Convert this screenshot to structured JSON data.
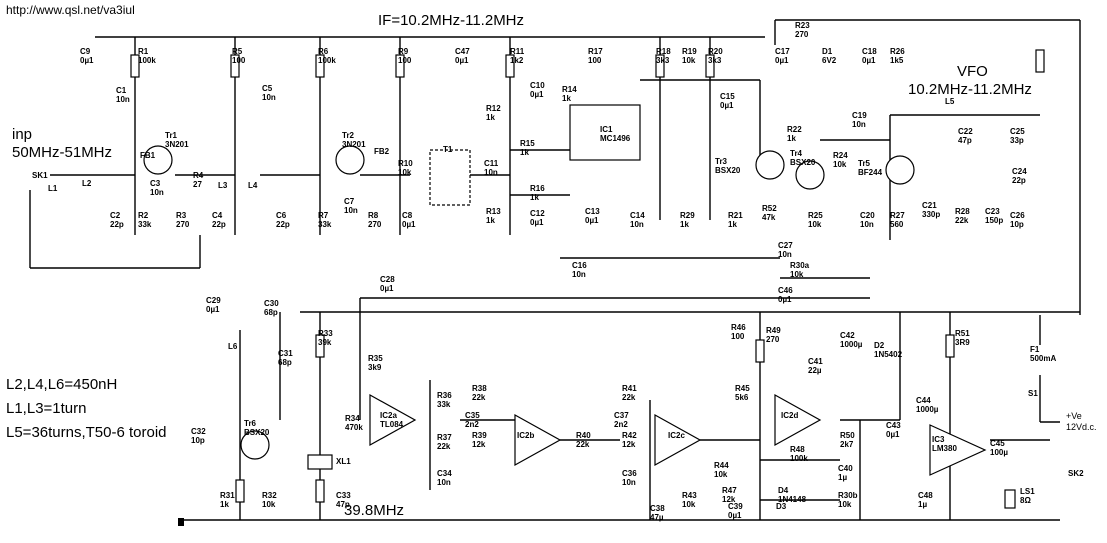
{
  "header": {
    "url": "http://www.qsl.net/va3iul",
    "if_range": "IF=10.2MHz-11.2MHz"
  },
  "labels": {
    "vfo": "VFO",
    "vfo_range": "10.2MHz-11.2MHz",
    "inp": "inp",
    "inp_range": "50MHz-51MHz",
    "xtal_freq": "39.8MHz",
    "note1": "L2,L4,L6=450nH",
    "note2": "L1,L3=1turn",
    "note3": "L5=36turns,T50-6 toroid",
    "supply": "+Ve",
    "supply_v": "12Vd.c."
  },
  "components": [
    {
      "ref": "C9",
      "val": "0µ1"
    },
    {
      "ref": "R1",
      "val": "100k"
    },
    {
      "ref": "C1",
      "val": "10n"
    },
    {
      "ref": "R5",
      "val": "100"
    },
    {
      "ref": "C5",
      "val": "10n"
    },
    {
      "ref": "R6",
      "val": "100k"
    },
    {
      "ref": "R9",
      "val": "100"
    },
    {
      "ref": "C47",
      "val": "0µ1"
    },
    {
      "ref": "R11",
      "val": "1k2"
    },
    {
      "ref": "C10",
      "val": "0µ1"
    },
    {
      "ref": "R14",
      "val": "1k"
    },
    {
      "ref": "R12",
      "val": "1k"
    },
    {
      "ref": "R15",
      "val": "1k"
    },
    {
      "ref": "R16",
      "val": "1k"
    },
    {
      "ref": "R13",
      "val": "1k"
    },
    {
      "ref": "C12",
      "val": "0µ1"
    },
    {
      "ref": "C13",
      "val": "0µ1"
    },
    {
      "ref": "R17",
      "val": "100"
    },
    {
      "ref": "IC1",
      "val": "MC1496"
    },
    {
      "ref": "R18",
      "val": "3k3"
    },
    {
      "ref": "R19",
      "val": "10k"
    },
    {
      "ref": "R20",
      "val": "3k3"
    },
    {
      "ref": "C15",
      "val": "0µ1"
    },
    {
      "ref": "C17",
      "val": "0µ1"
    },
    {
      "ref": "R23",
      "val": "270"
    },
    {
      "ref": "D1",
      "val": "6V2"
    },
    {
      "ref": "C18",
      "val": "0µ1"
    },
    {
      "ref": "R26",
      "val": "1k5"
    },
    {
      "ref": "C19",
      "val": "10n"
    },
    {
      "ref": "L5",
      "val": ""
    },
    {
      "ref": "C22",
      "val": "47p"
    },
    {
      "ref": "C25",
      "val": "33p"
    },
    {
      "ref": "C24",
      "val": "22p"
    },
    {
      "ref": "Tr5",
      "val": "BF244"
    },
    {
      "ref": "C21",
      "val": "330p"
    },
    {
      "ref": "R28",
      "val": "22k"
    },
    {
      "ref": "C23",
      "val": "150p"
    },
    {
      "ref": "C26",
      "val": "10p"
    },
    {
      "ref": "C20",
      "val": "10n"
    },
    {
      "ref": "R27",
      "val": "560"
    },
    {
      "ref": "R22",
      "val": "1k"
    },
    {
      "ref": "Tr3",
      "val": "BSX20"
    },
    {
      "ref": "Tr4",
      "val": "BSX20"
    },
    {
      "ref": "R24",
      "val": "10k"
    },
    {
      "ref": "R52",
      "val": "47k"
    },
    {
      "ref": "R25",
      "val": "10k"
    },
    {
      "ref": "R21",
      "val": "1k"
    },
    {
      "ref": "R29",
      "val": "1k"
    },
    {
      "ref": "C14",
      "val": "10n"
    },
    {
      "ref": "C27",
      "val": "10n"
    },
    {
      "ref": "C16",
      "val": "10n"
    },
    {
      "ref": "R30a",
      "val": "10k"
    },
    {
      "ref": "C46",
      "val": "0µ1"
    },
    {
      "ref": "Tr1",
      "val": "3N201"
    },
    {
      "ref": "Tr2",
      "val": "3N201"
    },
    {
      "ref": "FB1",
      "val": ""
    },
    {
      "ref": "FB2",
      "val": ""
    },
    {
      "ref": "C2",
      "val": "22p"
    },
    {
      "ref": "R2",
      "val": "33k"
    },
    {
      "ref": "C3",
      "val": "10n"
    },
    {
      "ref": "R3",
      "val": "270"
    },
    {
      "ref": "R4",
      "val": "27"
    },
    {
      "ref": "C4",
      "val": "22p"
    },
    {
      "ref": "C6",
      "val": "22p"
    },
    {
      "ref": "R7",
      "val": "33k"
    },
    {
      "ref": "C7",
      "val": "10n"
    },
    {
      "ref": "R8",
      "val": "270"
    },
    {
      "ref": "C8",
      "val": "0µ1"
    },
    {
      "ref": "R10",
      "val": "10k"
    },
    {
      "ref": "T1",
      "val": ""
    },
    {
      "ref": "C11",
      "val": "10n"
    },
    {
      "ref": "C29",
      "val": "0µ1"
    },
    {
      "ref": "C30",
      "val": "68p"
    },
    {
      "ref": "C31",
      "val": "68p"
    },
    {
      "ref": "C28",
      "val": "0µ1"
    },
    {
      "ref": "R33",
      "val": "39k"
    },
    {
      "ref": "R35",
      "val": "3k9"
    },
    {
      "ref": "R34",
      "val": "470k"
    },
    {
      "ref": "IC2a",
      "val": "TL084"
    },
    {
      "ref": "R36",
      "val": "33k"
    },
    {
      "ref": "R37",
      "val": "22k"
    },
    {
      "ref": "C34",
      "val": "10n"
    },
    {
      "ref": "R38",
      "val": "22k"
    },
    {
      "ref": "C35",
      "val": "2n2"
    },
    {
      "ref": "R39",
      "val": "12k"
    },
    {
      "ref": "IC2b",
      "val": ""
    },
    {
      "ref": "R40",
      "val": "22k"
    },
    {
      "ref": "R41",
      "val": "22k"
    },
    {
      "ref": "C37",
      "val": "2n2"
    },
    {
      "ref": "R42",
      "val": "12k"
    },
    {
      "ref": "IC2c",
      "val": ""
    },
    {
      "ref": "C36",
      "val": "10n"
    },
    {
      "ref": "R45",
      "val": "5k6"
    },
    {
      "ref": "R46",
      "val": "100"
    },
    {
      "ref": "R49",
      "val": "270"
    },
    {
      "ref": "C42",
      "val": "1000µ"
    },
    {
      "ref": "D2",
      "val": "1N5402"
    },
    {
      "ref": "C41",
      "val": "22µ"
    },
    {
      "ref": "IC2d",
      "val": ""
    },
    {
      "ref": "R48",
      "val": "100k"
    },
    {
      "ref": "R50",
      "val": "2k7"
    },
    {
      "ref": "C40",
      "val": "1µ"
    },
    {
      "ref": "D4",
      "val": "1N4148"
    },
    {
      "ref": "D3",
      "val": ""
    },
    {
      "ref": "R30b",
      "val": "10k"
    },
    {
      "ref": "R44",
      "val": "10k"
    },
    {
      "ref": "R47",
      "val": "12k"
    },
    {
      "ref": "R43",
      "val": "10k"
    },
    {
      "ref": "C39",
      "val": "0µ1"
    },
    {
      "ref": "C38",
      "val": "47µ"
    },
    {
      "ref": "R51",
      "val": "3R9"
    },
    {
      "ref": "C44",
      "val": "1000µ"
    },
    {
      "ref": "C43",
      "val": "0µ1"
    },
    {
      "ref": "IC3",
      "val": "LM380"
    },
    {
      "ref": "C45",
      "val": "100µ"
    },
    {
      "ref": "C48",
      "val": "1µ"
    },
    {
      "ref": "LS1",
      "val": "8Ω"
    },
    {
      "ref": "SK2",
      "val": ""
    },
    {
      "ref": "F1",
      "val": "500mA"
    },
    {
      "ref": "S1",
      "val": ""
    },
    {
      "ref": "SK1",
      "val": ""
    },
    {
      "ref": "L1",
      "val": ""
    },
    {
      "ref": "L2",
      "val": ""
    },
    {
      "ref": "L3",
      "val": ""
    },
    {
      "ref": "L4",
      "val": ""
    },
    {
      "ref": "L6",
      "val": ""
    },
    {
      "ref": "Tr6",
      "val": "BSX20"
    },
    {
      "ref": "C32",
      "val": "10p"
    },
    {
      "ref": "R31",
      "val": "1k"
    },
    {
      "ref": "R32",
      "val": "10k"
    },
    {
      "ref": "XL1",
      "val": ""
    },
    {
      "ref": "C33",
      "val": "47p"
    }
  ]
}
